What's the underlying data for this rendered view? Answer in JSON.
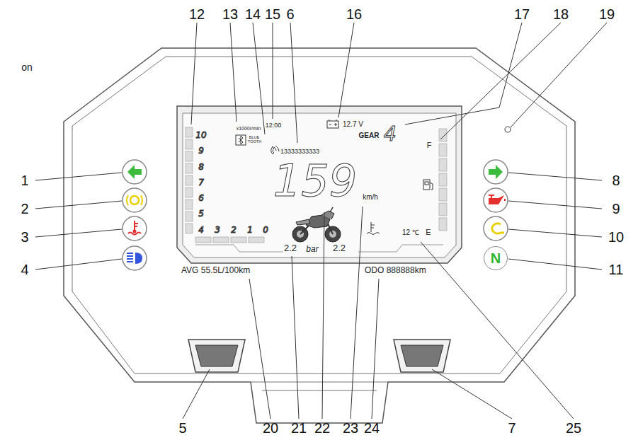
{
  "diagram": {
    "nodes": [
      {
        "text": [
          "N"
        ]
      }
    ],
    "labels": [
      "on",
      "12",
      "13",
      "14",
      "15",
      "6",
      "16",
      "17",
      "18",
      "19",
      "1",
      "2",
      "3",
      "4",
      "8",
      "9",
      "10",
      "11",
      "5",
      "20",
      "21",
      "22",
      "23",
      "24",
      "7",
      "25",
      "x1000r/min",
      "12:00",
      "12.7 V",
      "GEAR",
      "4",
      "BLUE TOOTH",
      "13333333333",
      "F",
      "10",
      "9",
      "8",
      "7",
      "6",
      "5",
      "4",
      "3",
      "2",
      "1",
      "0",
      "159",
      "km/h",
      "E",
      "12 ℃",
      "2.2",
      "bar",
      "2.2",
      "AVG 55.5L/100km",
      "ODO 888888km"
    ]
  }
}
